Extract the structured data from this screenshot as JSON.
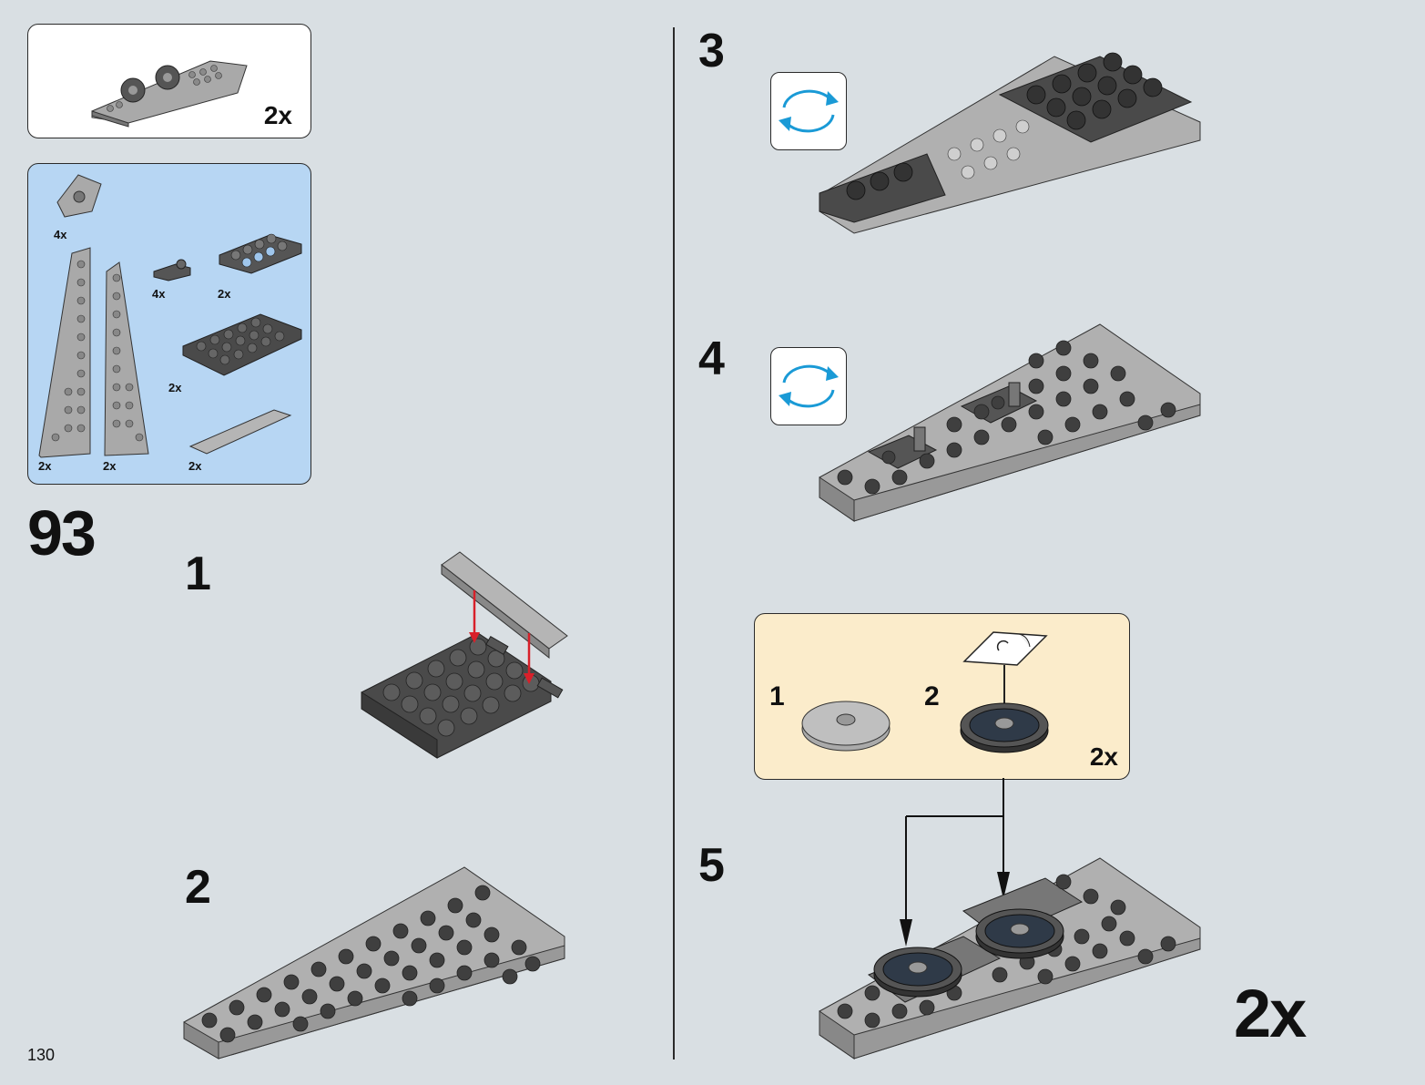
{
  "callout": {
    "multiplier": "2x"
  },
  "parts_list": {
    "items": [
      {
        "name": "dish",
        "qty": "4x"
      },
      {
        "name": "plate-1x2-clip",
        "qty": "4x"
      },
      {
        "name": "plate-2x4-gray",
        "qty": "2x"
      },
      {
        "name": "plate-4x6-dark",
        "qty": "2x"
      },
      {
        "name": "wedge-plate-left",
        "qty": "2x"
      },
      {
        "name": "wedge-plate-right",
        "qty": "2x"
      },
      {
        "name": "tile-1x6",
        "qty": "2x"
      }
    ]
  },
  "main_step": "93",
  "steps": {
    "s1": "1",
    "s2": "2",
    "s3": "3",
    "s4": "4",
    "s5": "5"
  },
  "sub_assembly": {
    "s1": "1",
    "s2": "2",
    "qty": "2x"
  },
  "final_multiplier": "2x",
  "page_number": "130",
  "colors": {
    "background": "#d9dfe3",
    "parts_bg": "#b7d6f3",
    "subassembly_bg": "#fbeccb",
    "arrow_red": "#d8202a",
    "rotate_blue": "#1a9ad6"
  },
  "icons": [
    "rotate-icon"
  ]
}
